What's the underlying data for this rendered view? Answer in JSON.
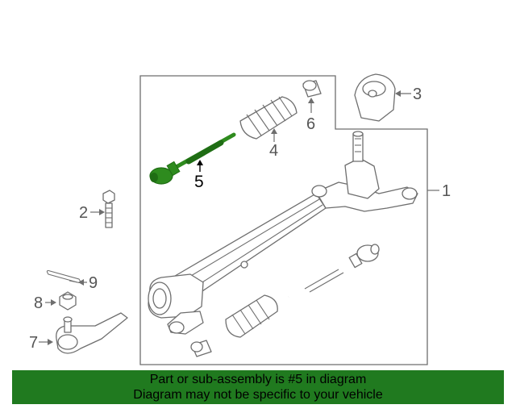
{
  "diagram": {
    "callouts": {
      "c1": "1",
      "c2": "2",
      "c3": "3",
      "c4": "4",
      "c5": "5",
      "c6": "6",
      "c7": "7",
      "c8": "8",
      "c9": "9"
    },
    "highlight_color": "#2e8b1e",
    "highlighted_part": "5"
  },
  "banner": {
    "line1": "Part or sub-assembly is #5 in diagram",
    "line2": "Diagram may not be specific to your vehicle",
    "background": "#207a1f"
  }
}
